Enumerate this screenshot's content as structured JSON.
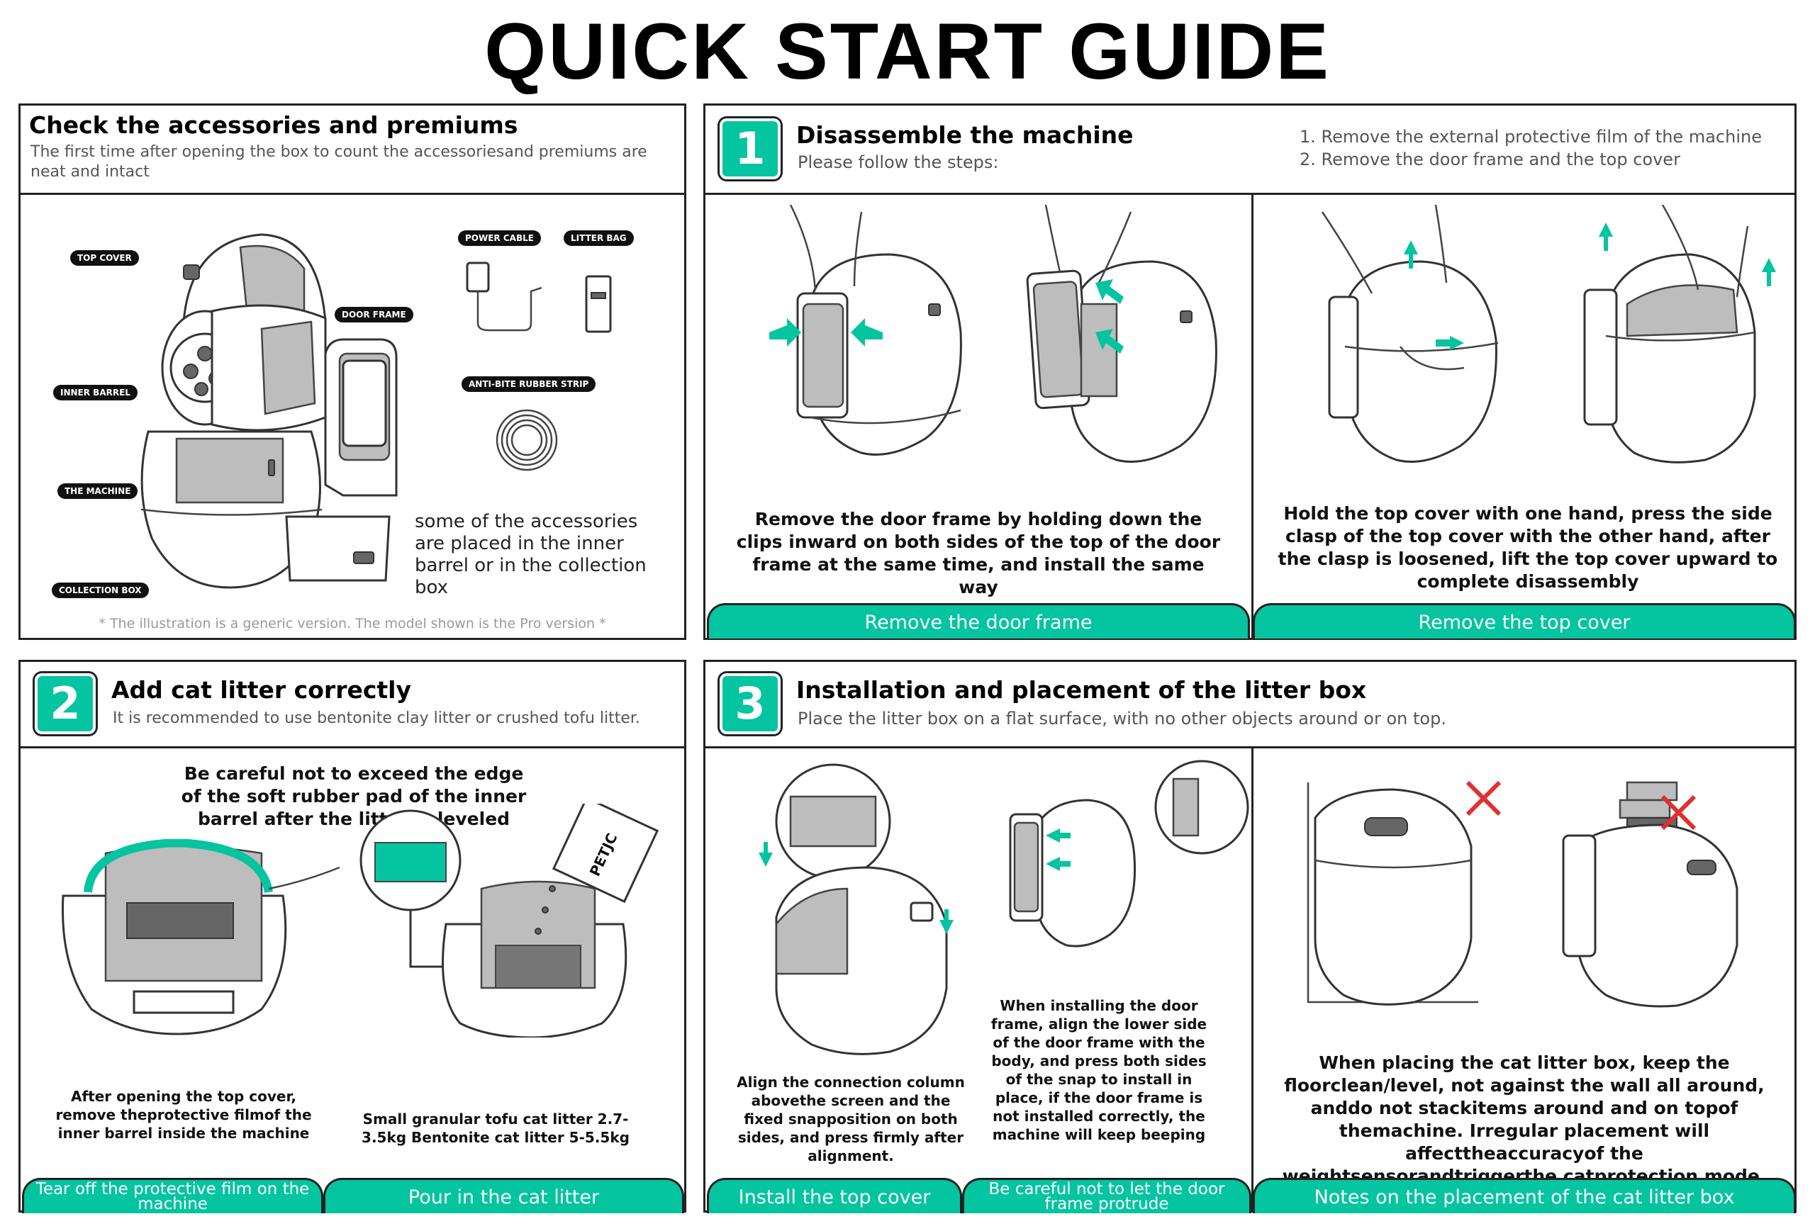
{
  "title": "QUICK START GUIDE",
  "accessories": {
    "title": "Check the accessories and premiums",
    "subtitle": "The first time after opening the box to count the accessoriesand premiums are neat and intact",
    "labels": {
      "top_cover": "TOP COVER",
      "door_frame": "DOOR FRAME",
      "inner_barrel": "INNER BARREL",
      "the_machine": "THE MACHINE",
      "collection_box": "COLLECTION BOX",
      "power_cable": "POWER CABLE",
      "litter_bag": "LITTER BAG",
      "rubber_strip": "ANTI-BITE RUBBER STRIP"
    },
    "note": "some of the accessories are placed in the inner barrel or in the collection box",
    "disclaimer": "* The illustration is a generic version. The model shown is the Pro version *"
  },
  "step1": {
    "number": "1",
    "title": "Disassemble the machine",
    "subtitle": "Please follow the steps:",
    "steps": [
      "1. Remove the external protective film of the machine",
      "2. Remove the door frame and the top cover"
    ],
    "left_caption": "Remove the door frame by holding down the clips inward on both sides of the top of the door frame at the same time, and install the same way",
    "left_bar": "Remove the door frame",
    "right_caption": "Hold the top cover with one hand, press the side clasp of the top cover with the other hand, after the clasp is loosened, lift the top cover upward to complete disassembly",
    "right_bar": "Remove the top cover"
  },
  "step2": {
    "number": "2",
    "title": "Add cat litter correctly",
    "subtitle": "It is recommended to use bentonite clay litter or crushed tofu litter.",
    "top_caption": "Be careful not to exceed the edge of the soft rubber pad of the inner barrel after the litter is leveled",
    "left_caption": "After opening the top cover, remove theprotective filmof the inner barrel inside the machine",
    "right_caption": "Small granular tofu cat litter 2.7-3.5kg Bentonite cat litter 5-5.5kg",
    "bag_brand": "PETJC",
    "bar_left": "Tear off the protective film on the machine",
    "bar_right": "Pour in the cat litter"
  },
  "step3": {
    "number": "3",
    "title": "Installation and placement of the litter box",
    "subtitle": "Place the litter box on a flat surface, with no other objects around or on top.",
    "cap_a": "Align the connection column abovethe screen and the fixed snapposition on both sides, and press firmly after alignment.",
    "cap_b": "When installing the door frame, align the lower side of the door frame with the body, and press both sides of the snap to install in place, if the door frame is not installed correctly, the machine will keep beeping",
    "cap_c": "When placing the cat litter box, keep the floorclean/level, not against the wall all around, anddo not stackitems around and on topof themachine. Irregular placement will affecttheaccuracyof the weightsensorandtriggerthe catprotection mode.",
    "bar_a": "Install the top cover",
    "bar_b": "Be careful not to let the door frame protrude",
    "bar_c": "Notes on the placement of the cat litter box"
  },
  "colors": {
    "accent": "#05c4a0",
    "border": "#222222",
    "error": "#e03030"
  }
}
